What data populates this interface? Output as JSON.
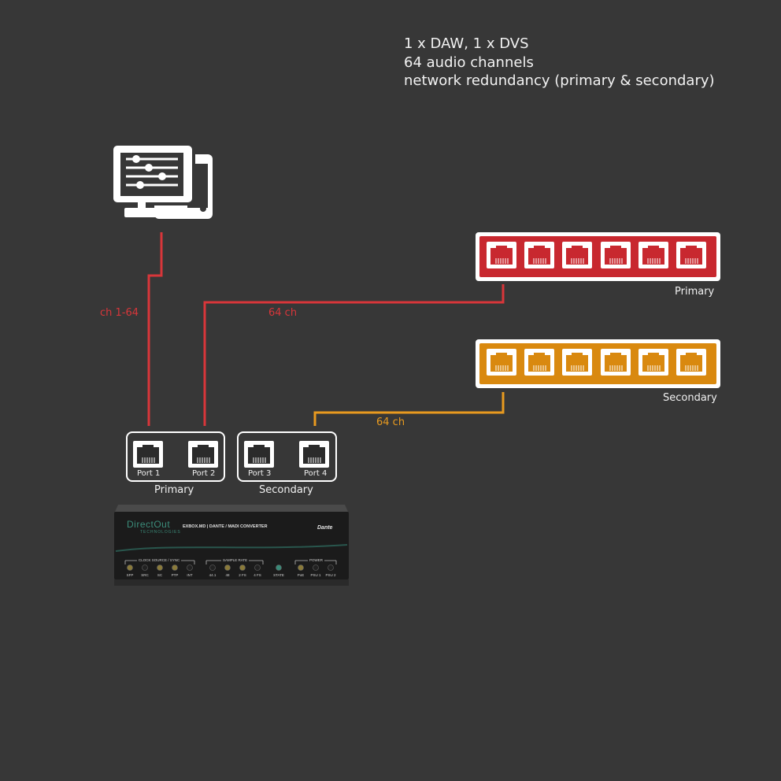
{
  "description": {
    "line1": "1 x DAW, 1 x DVS",
    "line2": "64 audio channels",
    "line3": "network redundancy (primary & secondary)"
  },
  "colors": {
    "background": "#373737",
    "primary": "#c8282f",
    "secondary": "#d9890f",
    "primary_line": "#d8363a",
    "secondary_line": "#e89a1f"
  },
  "links": {
    "daw_link_label": "ch 1-64",
    "primary_link_label": "64 ch",
    "secondary_link_label": "64 ch"
  },
  "switches": {
    "primary_label": "Primary",
    "secondary_label": "Secondary"
  },
  "device": {
    "ports": [
      "Port 1",
      "Port 2",
      "Port 3",
      "Port 4"
    ],
    "group_primary": "Primary",
    "group_secondary": "Secondary",
    "brand": "DirectOut",
    "brand_sub": "TECHNOLOGIES",
    "model": "EXBOX.MD  |  DANTE / MADI CONVERTER",
    "dante_logo": "Dante",
    "section_clock": "CLOCK SOURCE / SYNC",
    "section_rate": "SAMPLE RATE",
    "section_power": "POWER",
    "leds": [
      "SFP",
      "SRC",
      "SC",
      "PTP",
      "INT",
      "44.1",
      "48",
      "2 FS",
      "4 FS",
      "STATE",
      "PoE",
      "PSU 1",
      "PSU 2"
    ]
  },
  "icons": {
    "daw": "computer-mixer-icon",
    "port": "rj45-port-icon"
  }
}
